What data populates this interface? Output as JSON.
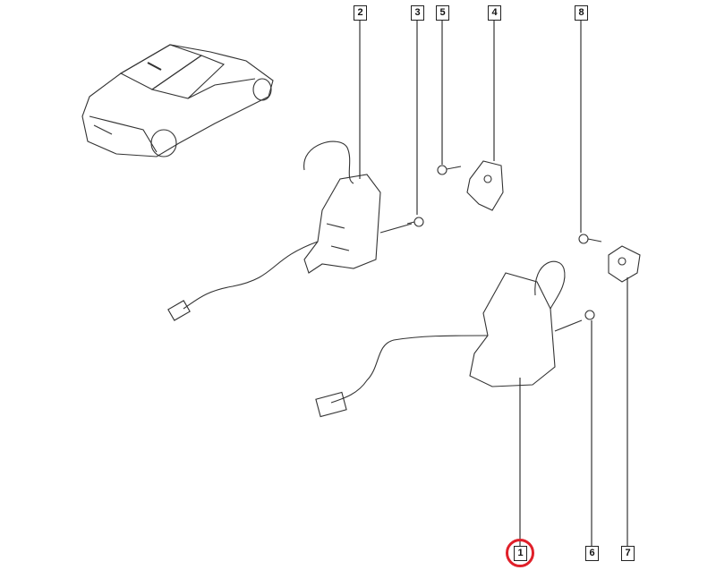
{
  "callouts": {
    "c1": "1",
    "c2": "2",
    "c3": "3",
    "c4": "4",
    "c5": "5",
    "c6": "6",
    "c7": "7",
    "c8": "8"
  },
  "highlight_color": "#e0202a"
}
